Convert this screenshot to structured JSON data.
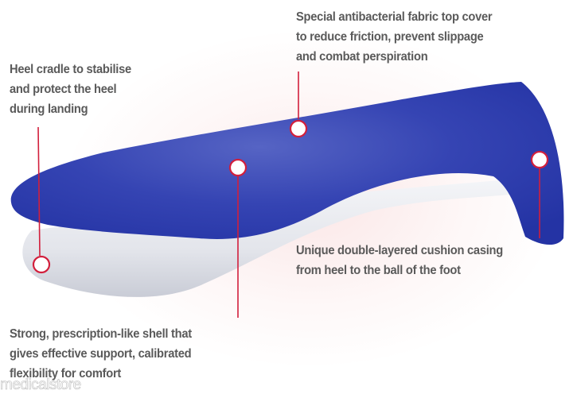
{
  "callouts": {
    "top_cover": {
      "lines": [
        "Special antibacterial fabric top cover",
        "to reduce friction, prevent slippage",
        "and combat perspiration"
      ]
    },
    "heel_cradle": {
      "lines": [
        "Heel cradle to stabilise",
        "and protect the heel",
        "during landing"
      ]
    },
    "cushion": {
      "lines": [
        "Unique double-layered cushion casing",
        "from heel to the ball of the foot"
      ]
    },
    "shell": {
      "lines": [
        "Strong, prescription-like shell that",
        "gives effective support, calibrated",
        "flexibility for comfort"
      ]
    }
  },
  "watermark": "medicalstore",
  "colors": {
    "accent": "#d21f3c",
    "insole_top": "#3241b0",
    "insole_shell": "#dfe1e8",
    "text": "#5a5a5a"
  }
}
